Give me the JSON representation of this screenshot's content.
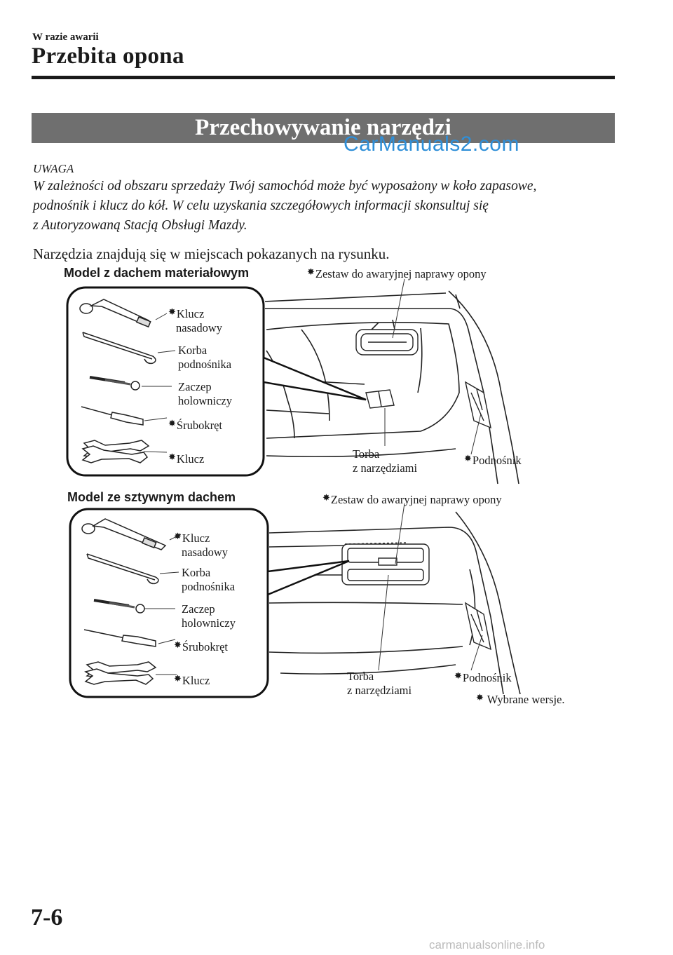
{
  "header": {
    "section": "W razie awarii",
    "title": "Przebita opona"
  },
  "banner": {
    "title": "Przechowywanie narzędzi"
  },
  "watermark_top": "CarManuals2.com",
  "note": {
    "heading": "UWAGA",
    "lines": [
      "W zależności od obszaru sprzedaży Twój samochód może być wyposażony w koło zapasowe,",
      "podnośnik i klucz do kół. W celu uzyskania szczegółowych informacji skonsultuj się",
      "z Autoryzowaną Stacją Obsługi Mazdy."
    ]
  },
  "body_text": "Narzędzia znajdują się w miejscach pokazanych na rysunku.",
  "figure1": {
    "model_label": "Model z dachem materiałowym",
    "repair_kit": "Zestaw do awaryjnej naprawy opony",
    "tools": [
      {
        "line1": "Klucz",
        "line2": "nasadowy",
        "starred": true
      },
      {
        "line1": "Korba",
        "line2": "podnośnika",
        "starred": false
      },
      {
        "line1": "Zaczep",
        "line2": "holowniczy",
        "starred": false
      },
      {
        "line1": "Śrubokręt",
        "line2": "",
        "starred": true
      },
      {
        "line1": "Klucz",
        "line2": "",
        "starred": true
      }
    ],
    "tool_bag_line1": "Torba",
    "tool_bag_line2": "z narzędziami",
    "jack": "Podnośnik"
  },
  "figure2": {
    "model_label": "Model ze sztywnym dachem",
    "repair_kit": "Zestaw do awaryjnej naprawy opony",
    "tools": [
      {
        "line1": "Klucz",
        "line2": "nasadowy",
        "starred": true
      },
      {
        "line1": "Korba",
        "line2": "podnośnika",
        "starred": false
      },
      {
        "line1": "Zaczep",
        "line2": "holowniczy",
        "starred": false
      },
      {
        "line1": "Śrubokręt",
        "line2": "",
        "starred": true
      },
      {
        "line1": "Klucz",
        "line2": "",
        "starred": true
      }
    ],
    "tool_bag_line1": "Torba",
    "tool_bag_line2": "z narzędziami",
    "jack": "Podnośnik"
  },
  "footnote": "Wybrane wersje.",
  "star_glyph": "✸",
  "page_number": "7-6",
  "watermark_bottom": "carmanualsonline.info"
}
